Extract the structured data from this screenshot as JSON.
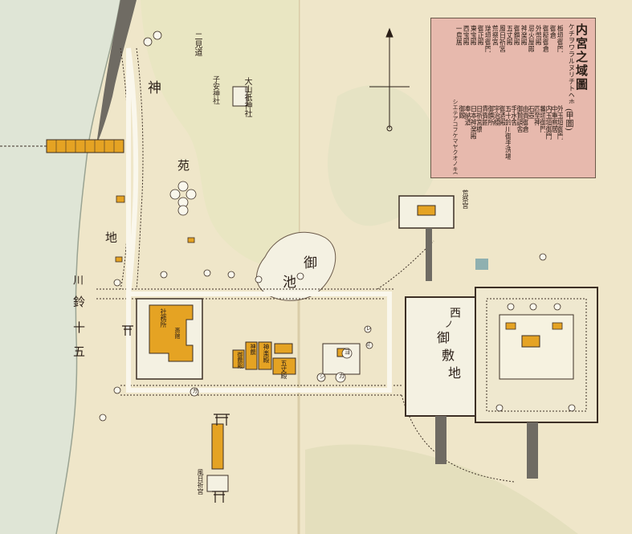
{
  "map": {
    "title": "内宮之域圖",
    "subtitle": "(甲圖)",
    "legend_rows": [
      "ケチヲワラルヌリチトヘホニハロイ",
      "シエテアコフケマヤクオノキウムラナネソツレタヨカワ"
    ],
    "legend_entries_upper": [
      "板垣御門",
      "御倉",
      "御稲御倉",
      "外幣殿",
      "忌火屋殿",
      "神楽殿",
      "御饌殿",
      "五丈殿",
      "風日祈宮",
      "荒祭宮",
      "瑞垣御門",
      "御正殿",
      "東宝殿",
      "西宝殿",
      "一鳥居"
    ],
    "legend_entries_lower": [
      "外玉垣御門",
      "中重鳥居",
      "内玉垣御門",
      "蕃垣御門",
      "四至神",
      "石壺",
      "由貴御倉",
      "御贄調舎",
      "手水舎",
      "五十鈴川御手洗場",
      "御酒殿",
      "宇治橋",
      "御饌所",
      "貴賓館",
      "日祈宮橋",
      "日本神楽殿",
      "奉納酒",
      "御厩"
    ],
    "labels": {
      "shinen": "神",
      "en": "苑",
      "chi": "地",
      "mi": "御",
      "ike": "池",
      "isuzu_1": "五",
      "isuzu_2": "十",
      "isuzu_3": "鈴",
      "isuzu_4": "川",
      "nishi": "西",
      "no": "ノ",
      "mi2": "御",
      "shiki": "敷",
      "chi2": "地",
      "futami": "二見道",
      "oyamatsumi": "大山祇神社",
      "koyasu": "子安神社",
      "kagura": "神楽殿",
      "gojoden": "五丈殿",
      "aramatsuri": "荒祭宮",
      "kazahinomi": "風日祈宮",
      "shinkoku": "神饌",
      "meal": "御饌殿",
      "ga": "ガ",
      "ka": "カ",
      "yo": "ヨ",
      "re": "レ",
      "mi_label": "ミ",
      "shi": "シ",
      "sha": "社務所",
      "kitchen": "斎館"
    }
  }
}
